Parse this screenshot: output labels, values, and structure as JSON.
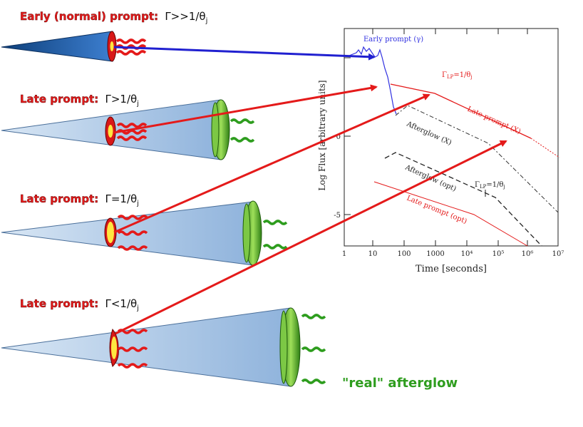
{
  "labels": {
    "early": {
      "prefix": "Early (normal) prompt:",
      "cond": "Γ>>1/θ",
      "sub": "j"
    },
    "late1": {
      "prefix": "Late prompt:",
      "cond": "Γ>1/θ",
      "sub": "j"
    },
    "late2": {
      "prefix": "Late prompt:",
      "cond": "Γ=1/θ",
      "sub": "j"
    },
    "late3": {
      "prefix": "Late prompt:",
      "cond": "Γ<1/θ",
      "sub": "j"
    },
    "real_afterglow": "\"real\" afterglow"
  },
  "plot": {
    "xlabel": "Time [seconds]",
    "ylabel": "Log Flux [arbitrary units]",
    "xticks": [
      "1",
      "10",
      "100",
      "1000",
      "10⁴",
      "10⁵",
      "10⁶",
      "10⁷"
    ],
    "yticks": [
      "0",
      "-5"
    ],
    "annotations": {
      "early_prompt": "Early prompt (γ)",
      "gamma_top": "Γ",
      "gamma_top_sub": "LP",
      "gamma_top_rest": "=1/θ",
      "gamma_top_j": "j",
      "late_prompt_x": "Late prompt (X)",
      "afterglow_x": "Afterglow (X)",
      "afterglow_opt": "Afterglow (opt)",
      "gamma_mid": "Γ",
      "gamma_mid_sub": "LP",
      "gamma_mid_rest": "=1/θ",
      "gamma_mid_j": "j",
      "late_prompt_opt": "Late prompt (opt)"
    }
  },
  "colors": {
    "red": "#e41a1a",
    "blue": "#2020d0",
    "green": "#2e9d1e",
    "cone_light": "#bcd4ee",
    "cone_dark": "#1f5ea8"
  }
}
